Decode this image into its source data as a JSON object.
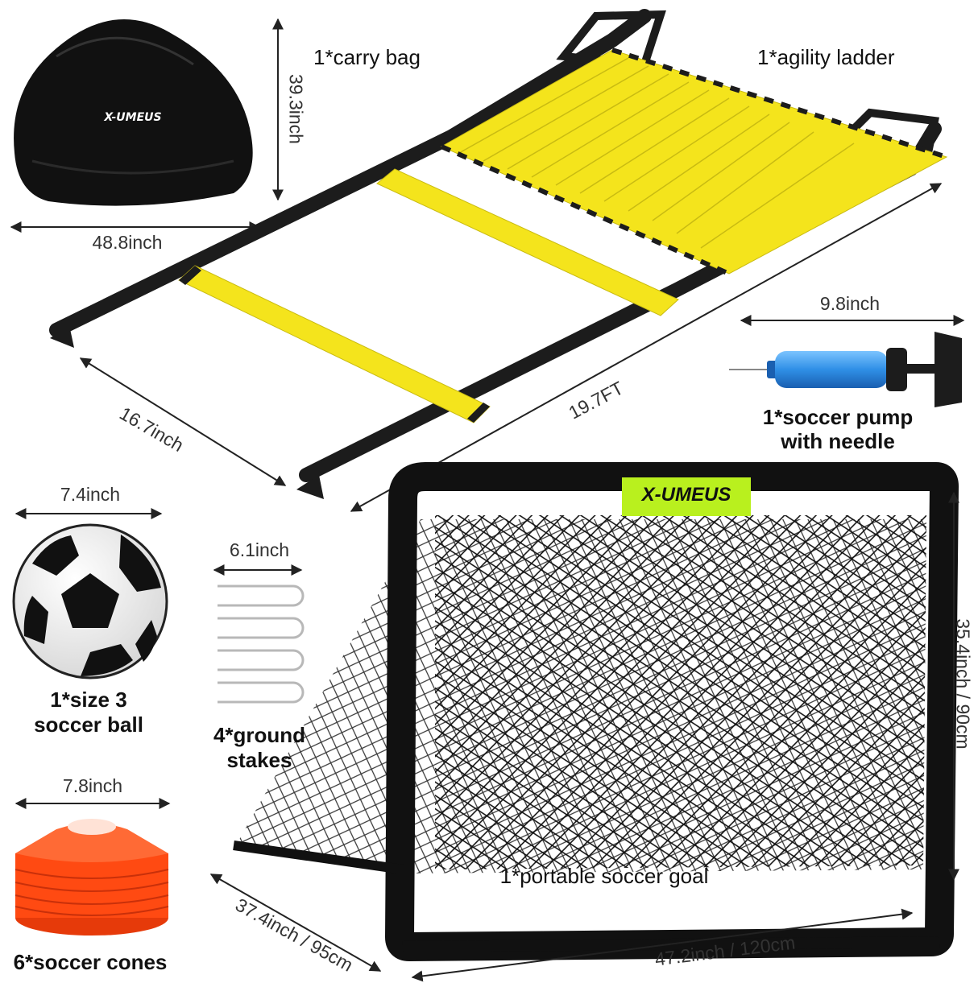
{
  "brand": "X-UMEUS",
  "colors": {
    "ladder_yellow": "#f4e41c",
    "strap_black": "#1c1c1c",
    "cone_orange": "#ff4a12",
    "pump_blue": "#2f8fe6",
    "logo_green": "#b9f01e"
  },
  "items": {
    "bag": {
      "name": "1*carry bag",
      "width": "48.8inch",
      "height": "39.3inch"
    },
    "ladder": {
      "name": "1*agility ladder",
      "length": "19.7FT",
      "width": "16.7inch"
    },
    "pump": {
      "name_line1": "1*soccer pump",
      "name_line2": "with needle",
      "length": "9.8inch"
    },
    "ball": {
      "name_line1": "1*size 3",
      "name_line2": "soccer ball",
      "diameter": "7.4inch"
    },
    "stakes": {
      "name_line1": "4*ground",
      "name_line2": "stakes",
      "length": "6.1inch"
    },
    "cones": {
      "name": "6*soccer cones",
      "diameter": "7.8inch"
    },
    "goal": {
      "name": "1*portable soccer goal",
      "width": "47.2inch / 120cm",
      "height": "35.4inch / 90cm",
      "depth": "37.4inch / 95cm"
    }
  }
}
